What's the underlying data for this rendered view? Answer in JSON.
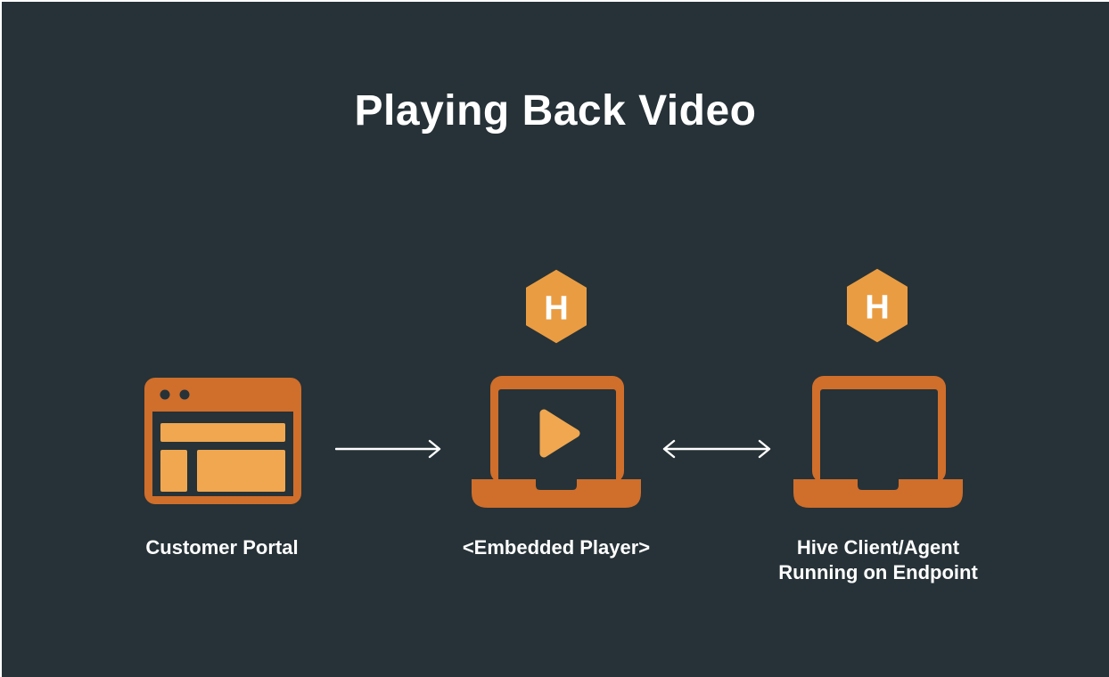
{
  "title": "Playing Back Video",
  "colors": {
    "background": "#263237",
    "panel_edge": "#ffffff",
    "dark_orange": "#D06E2B",
    "light_orange": "#F0A750",
    "hexagon_orange": "#EA9C42",
    "text": "#ffffff"
  },
  "diagram": {
    "nodes": [
      {
        "id": "customer-portal",
        "icon": "browser-window-icon",
        "label": "Customer Portal"
      },
      {
        "id": "embedded-player",
        "icon": "laptop-play-icon",
        "hive_badge_letter": "H",
        "label": "<Embedded Player>"
      },
      {
        "id": "hive-endpoint",
        "icon": "laptop-icon",
        "hive_badge_letter": "H",
        "label_line1": "Hive Client/Agent",
        "label_line2": "Running on Endpoint"
      }
    ],
    "connections": [
      {
        "from": "customer-portal",
        "to": "embedded-player",
        "style": "single-arrow-right"
      },
      {
        "from": "embedded-player",
        "to": "hive-endpoint",
        "style": "double-arrow"
      }
    ]
  }
}
